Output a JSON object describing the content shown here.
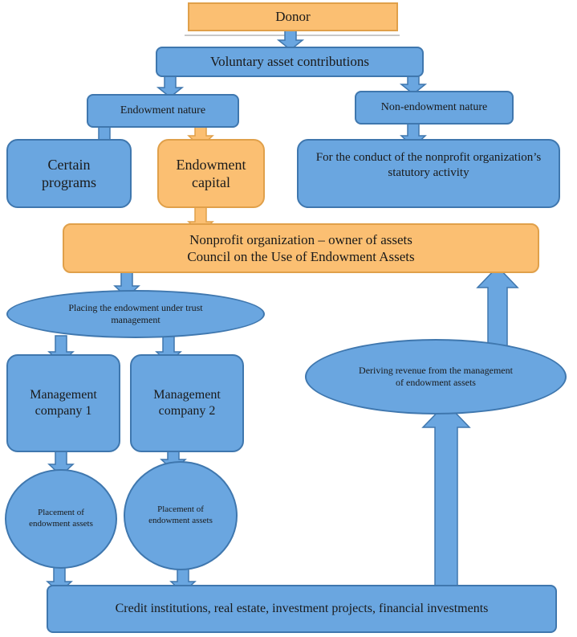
{
  "nodes": {
    "donor": "Donor",
    "voluntary": "Voluntary asset contributions",
    "endowment_nature": "Endowment nature",
    "non_endowment_nature": "Non-endowment nature",
    "certain_programs": "Certain programs",
    "endowment_capital": "Endowment capital",
    "statutory_activity": "For the conduct of the nonprofit organization’s statutory activity",
    "npo_line1": "Nonprofit organization – owner of assets",
    "npo_line2": "Council on the Use of Endowment Assets",
    "trust_management": "Placing the endowment under trust management",
    "mc1": "Management company 1",
    "mc2": "Management company 2",
    "placement1": "Placement of endowment assets",
    "placement2": "Placement of endowment assets",
    "revenue": "Deriving revenue from the management of endowment assets",
    "credit": "Credit institutions, real estate, investment projects, financial investments"
  },
  "colors": {
    "blue_fill": "#6aa6e0",
    "blue_border": "#3f77ae",
    "orange_fill": "#fbbf72",
    "orange_border": "#e0a04a"
  }
}
